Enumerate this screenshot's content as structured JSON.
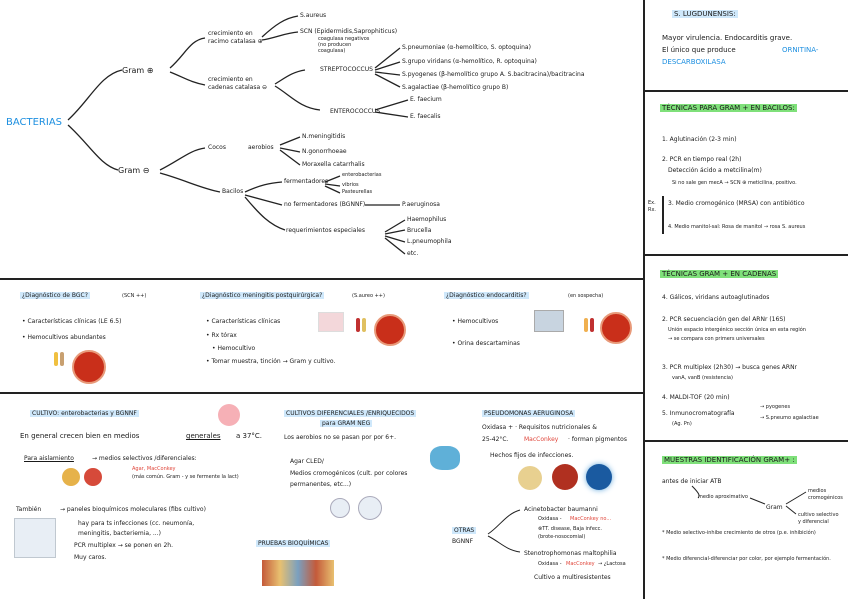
{
  "tree": {
    "root": "BACTERIAS",
    "gram_pos": "Gram ⊕",
    "gram_neg": "Gram ⊖",
    "crec_racimo": [
      "crecimiento en",
      "racimo catalasa ⊕"
    ],
    "crec_cadenas": [
      "crecimiento en",
      "cadenas catalasa ⊖"
    ],
    "s_aureus": "S.aureus",
    "scn": [
      "SCN (Epidermidis,Saprophiticus)",
      "coagulasa negativos",
      "(no producen",
      "coagulasa)"
    ],
    "strepto": "STREPTOCOCCUS",
    "strepto_items": [
      "S.pneumoniae (α-hemolítico, S. optoquina)",
      "S.grupo viridans (α-hemolítico, R. optoquina)",
      "S.pyogenes (β-hemolítico grupo A. S.bacitracina)/bacitracina",
      "S.agalactiae (β-hemolítico grupo B)"
    ],
    "entero": "ENTEROCOCCUS",
    "entero_items": [
      "E. faecium",
      "E. faecalis"
    ],
    "cocos": "Cocos",
    "cocos_word": "aerobios",
    "cocos_items": [
      "N.meningitidis",
      "N.gonorrhoeae",
      "Moraxella catarrhalis"
    ],
    "bacilos": "Bacilos",
    "ferm": "fermentadores",
    "ferm_items": [
      "enterobacterias",
      "vibrios",
      "Pasteurellas"
    ],
    "noferm": "no fermentadores (BGNNF)",
    "noferm_item": "P.aeruginosa",
    "exig": "requerimientos especiales",
    "exig_items": [
      "Haemophilus",
      "Brucella",
      "L.pneumophila",
      "etc."
    ]
  },
  "lugdunensis": {
    "title": "S. LUGDUNENSIS:",
    "line1": "Mayor virulencia. Endocarditis grave.",
    "line2": "El único que produce",
    "highlight": "ORNITINA-",
    "highlight2": "DESCARBOXILASA"
  },
  "tecnicas_bacilos": {
    "title": "TÉCNICAS PARA GRAM + EN BACILOS:",
    "items": [
      "1. Aglutinación (2-3 min)",
      "2. PCR en tiempo real (2h)",
      "Detección ácido a metcilina(m)",
      "Si no sale gen mecA → SCN ⊕ meticilina, positivo.",
      "3. Medio cromogénico (MRSA) con antibiótico",
      "4. Medio manitol-sal: Rosa de manitol → rosa S. aureus"
    ],
    "side": [
      "Ex.",
      "Rx."
    ]
  },
  "tecnicas_cadenas": {
    "title": "TÉCNICAS GRAM + EN CADENAS",
    "items": [
      "4. Gálicos, viridans autoaglutinados",
      "2. PCR secuenciación gen del ARNr (16S)",
      "Unión espacio intergénico sección única en esta región",
      "→ se compara con primers universales",
      "3. PCR multiplex (2h30) → busca genes ARNr",
      "vanA, vanB (resistencia)",
      "4. MALDI-TOF (20 min)",
      "5. Inmunocromatografía",
      "(Ag. Pn)"
    ],
    "imm_items": [
      "→ pyogenes",
      "→ S.pneumo agalactiae"
    ]
  },
  "muestras": {
    "title": "MUESTRAS IDENTIFICACIÓN GRAM+ :",
    "antes": "antes de iniciar ATB",
    "medio": "medio aproximativo",
    "gram": "Gram",
    "medios": [
      "medios",
      "cromogénicos"
    ],
    "cult": [
      "cultivo selectivo",
      "y diferencial"
    ],
    "notes": [
      "* Medio selectivo-inhibe crecimiento de otros (p.e. inhibición)",
      "* Medio diferencial-diferenciar por color, por ejemplo fermentación."
    ]
  },
  "q1": {
    "title": "¿Diagnóstico de BGC?",
    "ref": "(SCN ++)",
    "items": [
      "• Características clínicas (LE 6.5)",
      "• Hemocultivos abundantes"
    ]
  },
  "q2": {
    "title": "¿Diagnóstico meningitis postquirúrgica?",
    "ref": "(S.aureo ++)",
    "items": [
      "• Características clínicas",
      "• Rx tórax",
      "• Hemocultivo",
      "• Tomar muestra, tinción → Gram y cultivo."
    ]
  },
  "q3": {
    "title": "¿Diagnóstico endocarditis?",
    "ref": "(en sospecha)",
    "items": [
      "• Hemocultivos",
      "• Orina  descartaminas"
    ]
  },
  "cultivo": {
    "title": "CULTIVO: enterobacterias y BGNNF",
    "general": "En general crecen bien en medios",
    "general_hl": "generales",
    "temp": "a 37°C.",
    "aislamiento": "Para aislamiento",
    "arrow": "→ medios selectivos /diferenciales:",
    "red_items": [
      "Agar, MacConkey",
      "(más común. Gram - y se fermente la lact)"
    ],
    "tambien": "También",
    "panel": "→ paneles bioquímicos moleculares (fibs cultivo)",
    "panel2": "hay para ts infecciones (cc. neumonía,",
    "panel3": "meningitis, bacteriemia, ...)",
    "pcr": "PCR multiplex → se ponen en 2h.",
    "pcr2": "Muy caros."
  },
  "cultivos2": {
    "title": "CULTIVOS DIFERENCIALES /ENRIQUECIDOS",
    "title2": "para GRAM NEG",
    "line1": "Los aerobios no se pasan por por 6+.",
    "agar": "Agar CLED/",
    "medios": "Medios cromogénicos (cult. por colores",
    "medios2": "permanentes, etc...)",
    "pruebas": "PRUEBAS BIOQUÍMICAS"
  },
  "pseudo": {
    "title": "PSEUDOMONAS AERUGINOSA",
    "oxidasa": "Oxidasa + · Requisitos nutricionales &",
    "temp": "25-42°C.",
    "mac": "MacConkey",
    "pigm": "· forman pigmentos",
    "hechos": "Hechos fijos de infecciones.",
    "otras": "OTRAS",
    "bgnnf": "BGNNF",
    "acin": "Acinetobacter baumanni",
    "oxi": "Oxidasa -",
    "mac2": "MacConkey no...",
    "trat": "⊗TT. disease, Baja infecc.",
    "trat2": "(brote-nosocomial)",
    "steno": "Stenotrophomonas maltophilia",
    "oxi2": "Oxidasa -",
    "mac3": "MacConkey",
    "mac3b": "→ ¿Lactosa",
    "resist": "Cultivo a multiresistentes"
  },
  "colors": {
    "blue": "#1d8fe0",
    "green": "#7fe07a",
    "lightblue": "#cfe8fb",
    "red": "#e0453a"
  }
}
